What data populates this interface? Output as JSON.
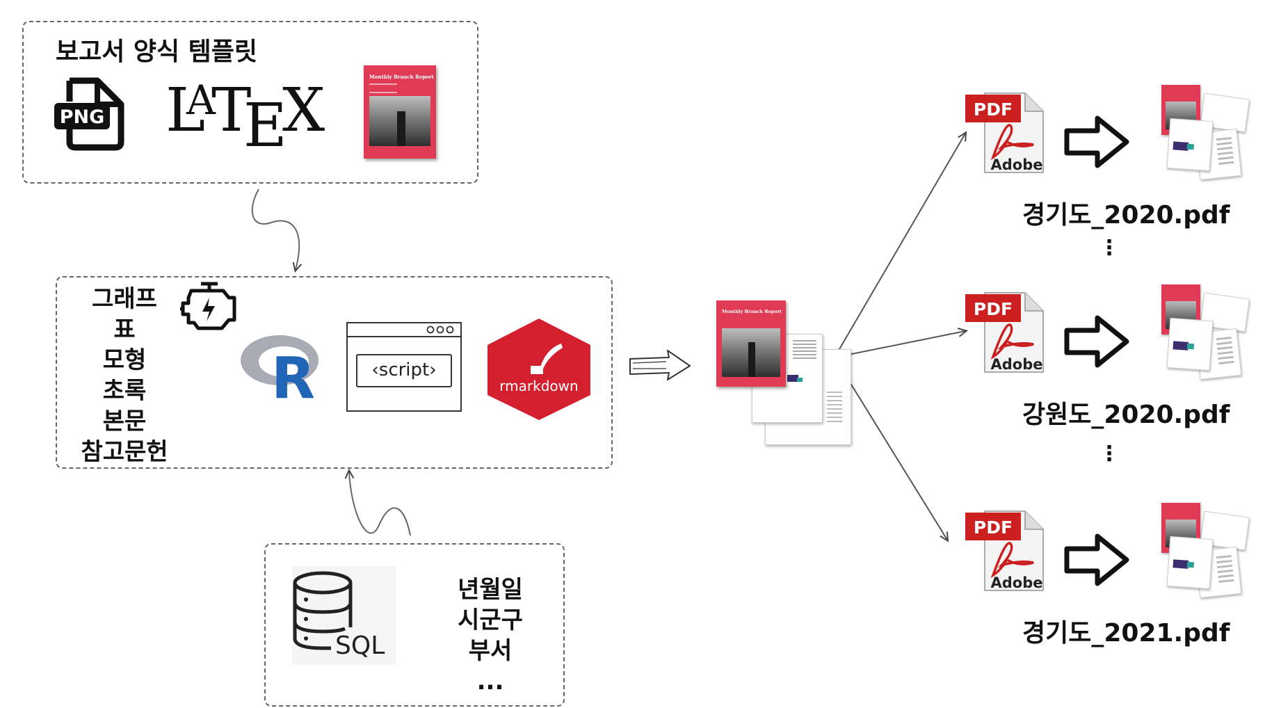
{
  "template_box": {
    "title": "보고서 양식 템플릿",
    "latex_label": "LaTeX",
    "png_label": "PNG"
  },
  "cover": {
    "title": "Monthly Branch Report"
  },
  "content_box": {
    "items": [
      "그래프",
      "표",
      "모형",
      "초록",
      "본문",
      "참고문헌"
    ],
    "script_label": "‹script›",
    "rmarkdown_label": "rmarkdown",
    "r_label": "R"
  },
  "data_box": {
    "sql_label": "SQL",
    "items": [
      "년월일",
      "시군구",
      "부서",
      "..."
    ]
  },
  "outputs": [
    {
      "pdf_badge": "PDF",
      "pdf_brand": "Adobe",
      "filename": "경기도_2020.pdf"
    },
    {
      "pdf_badge": "PDF",
      "pdf_brand": "Adobe",
      "filename": "강원도_2020.pdf"
    },
    {
      "pdf_badge": "PDF",
      "pdf_brand": "Adobe",
      "filename": "경기도_2021.pdf"
    }
  ],
  "ellipsis": "⋮",
  "colors": {
    "accent_red": "#e13a55",
    "pdf_red": "#cc1f1f",
    "rmarkdown_red": "#d4202e",
    "r_blue": "#2166b6"
  }
}
